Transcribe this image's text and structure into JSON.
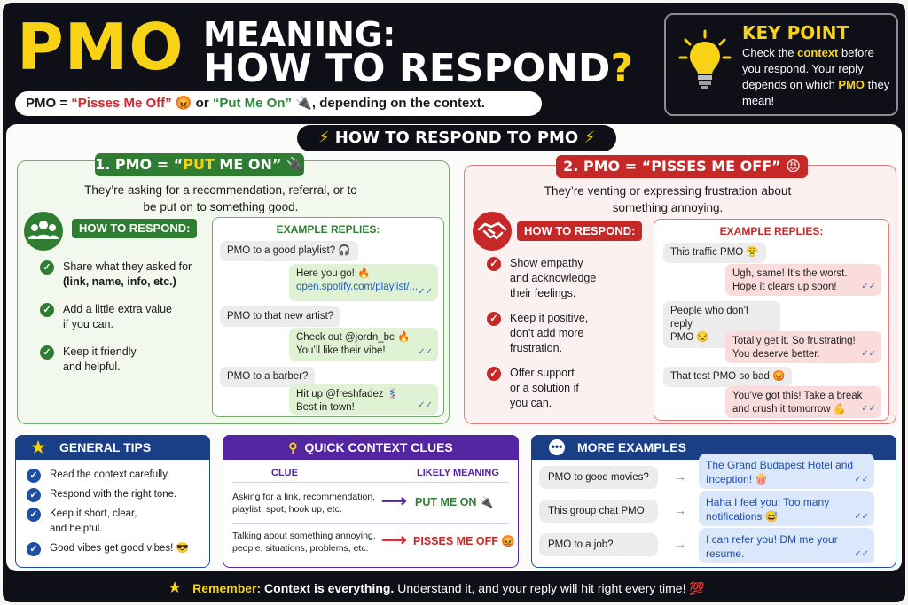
{
  "header": {
    "pmo": "PMO",
    "title_line1": "MEANING:",
    "title_line2": "HOW TO RESPOND",
    "title_q": "?",
    "definition": {
      "prefix": "PMO = ",
      "meaning1": "“Pisses Me Off”",
      "emoji1": "😡",
      "or": " or ",
      "meaning2": "“Put Me On”",
      "emoji2": "🔌",
      "suffix": ", depending on the context."
    }
  },
  "key_point": {
    "title": "KEY POINT",
    "text_1": "Check the ",
    "text_context": "context",
    "text_2": " before you respond. Your reply depends on which ",
    "text_pmo": "PMO",
    "text_3": " they mean!"
  },
  "section_title": "HOW TO RESPOND TO PMO",
  "put_me_on": {
    "pill_a": "1. PMO = “",
    "pill_b": "PUT",
    "pill_c": " ME ON” 🔌",
    "lead": "They’re asking for a recommendation, referral, or to be put on to something good.",
    "how_label": "HOW TO RESPOND:",
    "bullets": [
      {
        "a": "Share what they asked for",
        "b": "(link, name, info, etc.)"
      },
      {
        "a": "Add a little extra value",
        "b": "if you can."
      },
      {
        "a": "Keep it friendly",
        "b": "and helpful."
      }
    ],
    "examples_title": "EXAMPLE REPLIES:",
    "ex1_in": "PMO to a good playlist? 🎧",
    "ex1_out": "Here you go! 🔥",
    "ex1_link": "open.spotify.com/playlist/...",
    "ex2_in": "PMO to that new artist?",
    "ex2_out1": "Check out @jordn_bc 🔥",
    "ex2_out2": "You’ll like their vibe!",
    "ex3_in": "PMO to a barber?",
    "ex3_out1": "Hit up @freshfadez 💈",
    "ex3_out2": "Best in town!"
  },
  "pisses_me_off": {
    "pill": "2. PMO = “PISSES ME OFF” 😡",
    "lead": "They’re venting or expressing frustration about something annoying.",
    "how_label": "HOW TO RESPOND:",
    "bullets": [
      {
        "a": "Show empathy",
        "b": "and acknowledge",
        "c": "their feelings."
      },
      {
        "a": "Keep it positive,",
        "b": "don’t add more",
        "c": "frustration."
      },
      {
        "a": "Offer support",
        "b": "or a solution if",
        "c": "you can."
      }
    ],
    "examples_title": "EXAMPLE REPLIES:",
    "ex1_in": "This traffic PMO 😤",
    "ex1_out1": "Ugh, same! It’s the worst.",
    "ex1_out2": "Hope it clears up soon!",
    "ex2_in1": "People who don’t reply",
    "ex2_in2": "PMO 😒",
    "ex2_out1": "Totally get it. So frustrating!",
    "ex2_out2": "You deserve better.",
    "ex3_in": "That test PMO so bad 😡",
    "ex3_out1": "You’ve got this! Take a break",
    "ex3_out2": "and crush it tomorrow 💪"
  },
  "general_tips": {
    "title": "GENERAL TIPS",
    "items": [
      "Read the context carefully.",
      "Respond with the right tone.",
      "Keep it short, clear,",
      "and helpful.",
      "Good vibes get good vibes! 😎"
    ]
  },
  "quick_clues": {
    "title": "QUICK CONTEXT CLUES",
    "col_clue": "CLUE",
    "col_meaning": "LIKELY MEANING",
    "row1_clue": "Asking for a link, recommendation, playlist, spot, hook up, etc.",
    "row1_meaning": "PUT ME ON 🔌",
    "row2_clue": "Talking about something annoying, people, situations, problems, etc.",
    "row2_meaning": "PISSES ME OFF 😡"
  },
  "more_examples": {
    "title": "MORE EXAMPLES",
    "q1": "PMO to good movies?",
    "a1": "The Grand Budapest Hotel and Inception! 🍿",
    "q2": "This group chat PMO",
    "a2": "Haha I feel you! Too many notifications 😅",
    "q3": "PMO to a job?",
    "a3": "I can refer you! DM me your resume."
  },
  "footer": {
    "remember": "Remember:",
    "bold": " Context is everything.",
    "rest": " Understand it, and your reply will hit right every time! 💯"
  },
  "ticks": "✓✓",
  "colors": {
    "yellow": "#f7d215",
    "green": "#2e7d32",
    "red": "#c62828",
    "navy": "#1b3f86",
    "purple": "#5325a0",
    "dark": "#0e0f17"
  }
}
